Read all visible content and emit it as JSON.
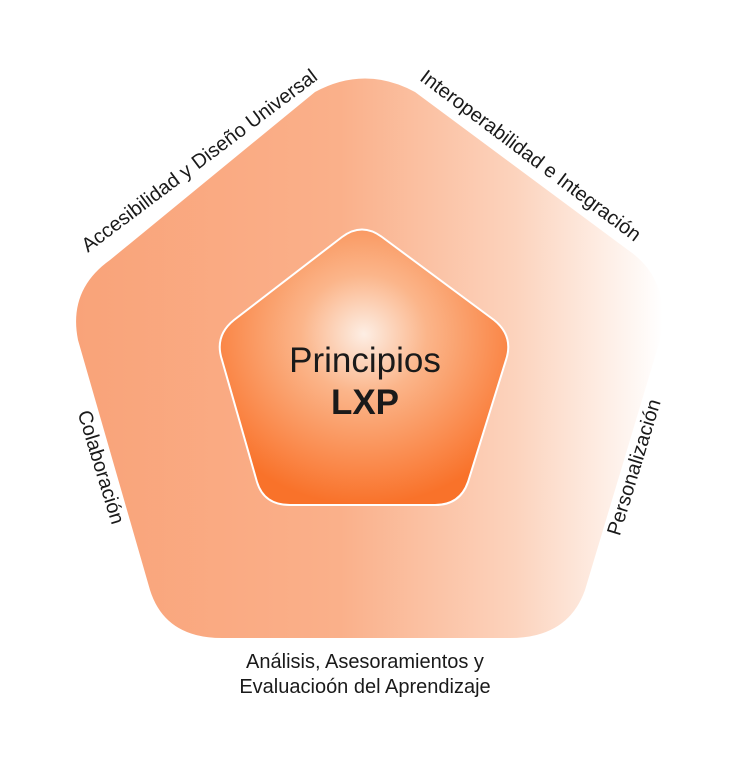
{
  "diagram": {
    "center": {
      "line1": "Principios",
      "line2": "LXP"
    },
    "labels": {
      "top_left": "Accesibilidad y Diseño Universal",
      "top_right": "Interoperabilidad e Integración",
      "left": "Colaboración",
      "right": "Personalización",
      "bottom_line1": "Análisis, Asesoramientos y",
      "bottom_line2": "Evaluacioón del Aprendizaje"
    },
    "colors": {
      "outer_pentagon_left": "#f9a47a",
      "outer_pentagon_right": "#ffffff",
      "inner_pentagon_center": "#fde9dd",
      "inner_pentagon_edge": "#f9792f",
      "text": "#1a1a1a"
    }
  }
}
